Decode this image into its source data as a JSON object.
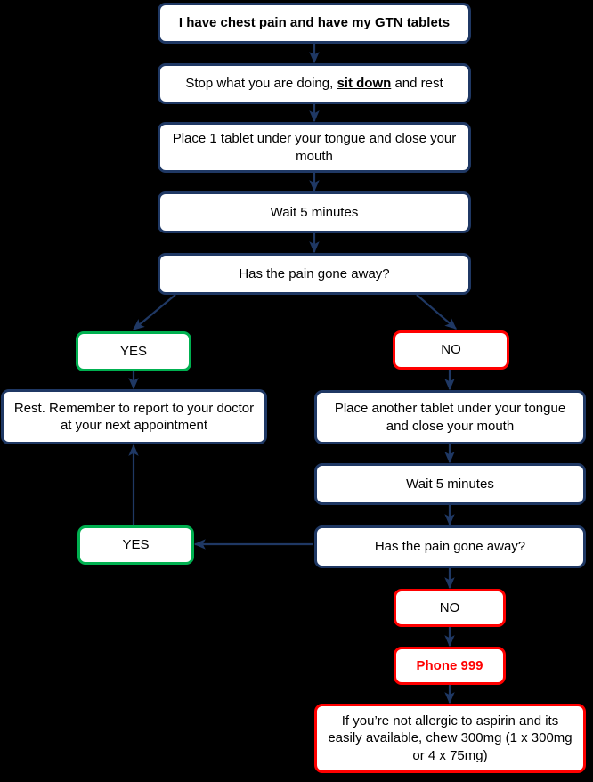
{
  "title": "GTN tablet chest pain action flowchart",
  "colors": {
    "background": "#000000",
    "box_fill": "#ffffff",
    "navy_border": "#1f3864",
    "green_border": "#00b050",
    "red_border": "#ff0000",
    "arrow": "#1f3864",
    "text": "#000000",
    "red_text": "#ff0000"
  },
  "nodes": {
    "start": {
      "text": "I have chest pain and have my GTN tablets",
      "style": "navy",
      "bold": true
    },
    "stop_sit": {
      "text_before": "Stop what you are doing, ",
      "emphasis": "sit down",
      "text_after": " and rest",
      "style": "navy"
    },
    "place_tablet": {
      "text": "Place 1 tablet under your tongue and close your mouth",
      "style": "navy"
    },
    "wait1": {
      "text": "Wait 5 minutes",
      "style": "navy"
    },
    "decision1": {
      "text": "Has the pain gone away?",
      "style": "navy"
    },
    "yes1": {
      "text": "YES",
      "style": "green"
    },
    "no1": {
      "text": "NO",
      "style": "red"
    },
    "rest": {
      "text": "Rest. Remember to report to your doctor at your next appointment",
      "style": "navy"
    },
    "place_another": {
      "text": "Place another tablet under your tongue and close your mouth",
      "style": "navy"
    },
    "wait2": {
      "text": "Wait 5 minutes",
      "style": "navy"
    },
    "decision2": {
      "text": "Has the pain gone away?",
      "style": "navy"
    },
    "yes2": {
      "text": "YES",
      "style": "green"
    },
    "no2": {
      "text": "NO",
      "style": "red"
    },
    "phone": {
      "text": "Phone 999",
      "style": "red",
      "bold": true,
      "text_color": "red"
    },
    "aspirin": {
      "text": "If you’re not allergic to aspirin and its easily available, chew 300mg (1 x 300mg or 4 x 75mg)",
      "style": "red"
    }
  }
}
